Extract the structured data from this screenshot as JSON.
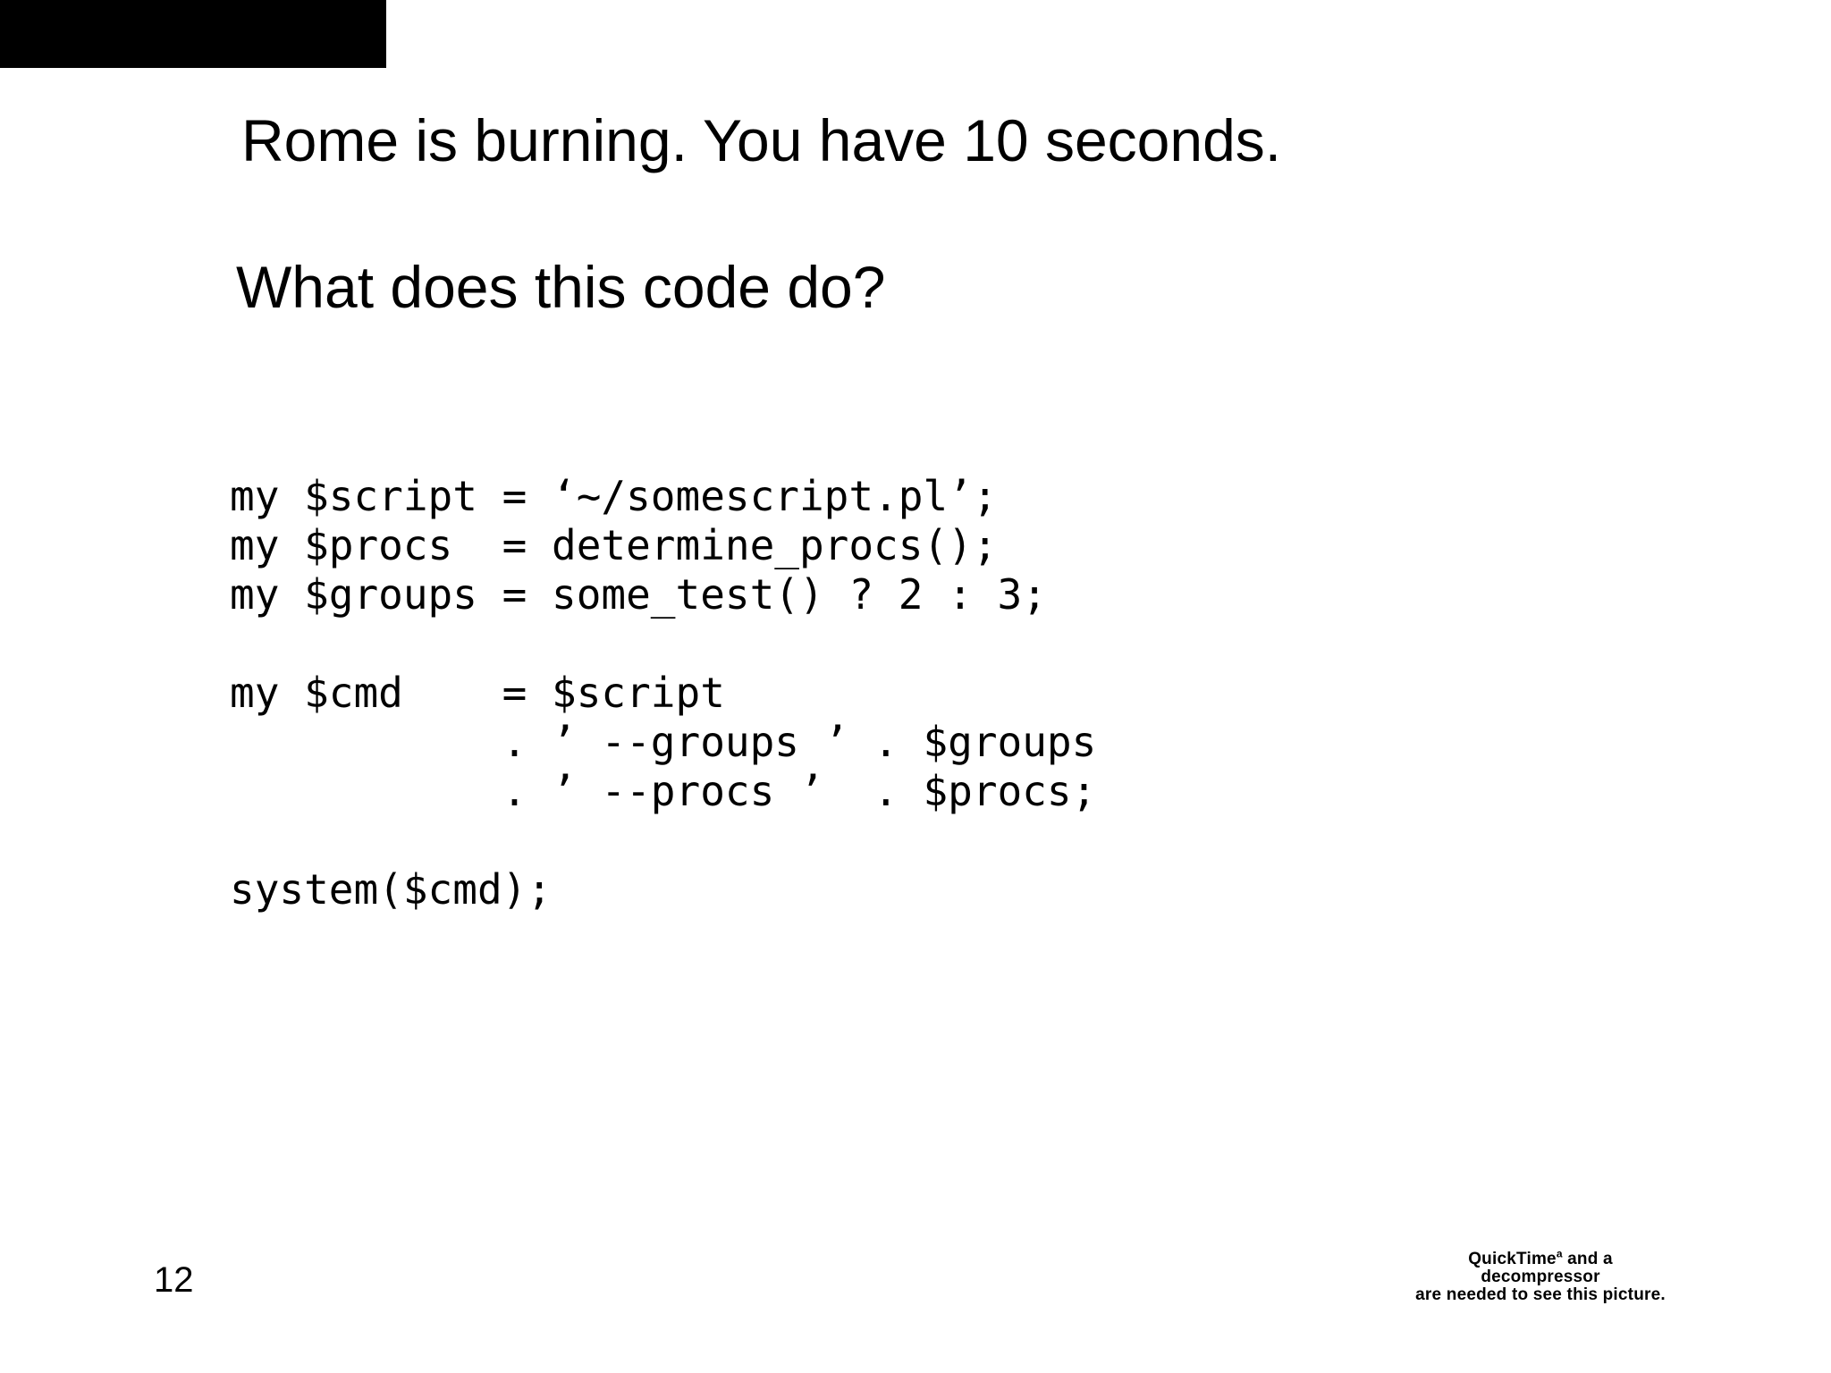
{
  "page": {
    "background_color": "#ffffff",
    "text_color": "#000000"
  },
  "top_left_artifact": {
    "color": "#000000"
  },
  "slide": {
    "title": "Rome is burning. You have 10 seconds.",
    "subtitle": "What does this code do?",
    "page_number": "12"
  },
  "code": {
    "language": "perl",
    "text": "my $script = ‘~/somescript.pl’;\nmy $procs  = determine_procs();\nmy $groups = some_test() ? 2 : 3;\n\nmy $cmd    = $script\n           . ’ --groups ’ . $groups\n           . ’ --procs ’  . $procs;\n\nsystem($cmd);"
  },
  "quicktime_notice": {
    "brand": "QuickTime",
    "superscript": "a",
    "line1_suffix": " and a",
    "line2": "decompressor",
    "line3": "are needed to see this picture."
  }
}
